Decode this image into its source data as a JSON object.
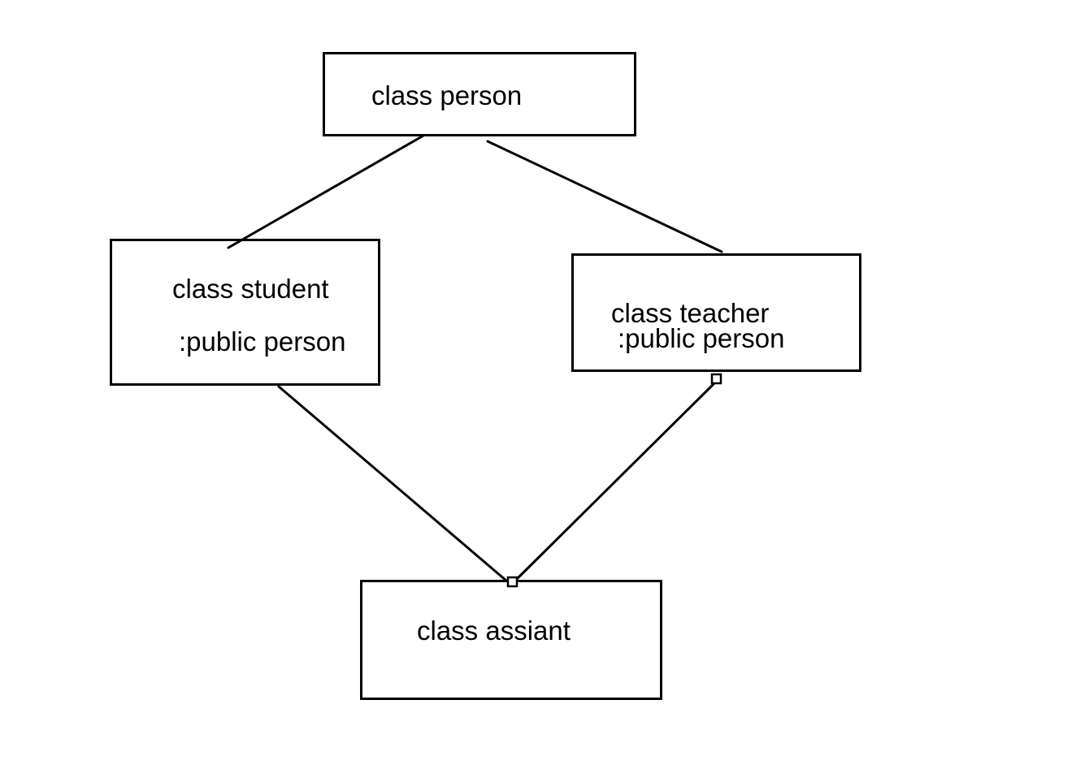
{
  "diagram": {
    "background_color": "#ffffff",
    "stroke_color": "#000000",
    "nodes": {
      "person": {
        "title": "class person"
      },
      "student": {
        "title": "class student",
        "subtitle": ":public person"
      },
      "teacher": {
        "title": "class teacher",
        "subtitle": ":public person"
      },
      "assiant": {
        "title": "class assiant"
      }
    },
    "edges": [
      {
        "from": "person",
        "to": "student"
      },
      {
        "from": "person",
        "to": "teacher"
      },
      {
        "from": "student",
        "to": "assiant"
      },
      {
        "from": "teacher",
        "to": "assiant"
      }
    ],
    "handles": [
      {
        "attached_to": "teacher-bottom-edge"
      },
      {
        "attached_to": "assiant-top-edge"
      }
    ]
  }
}
